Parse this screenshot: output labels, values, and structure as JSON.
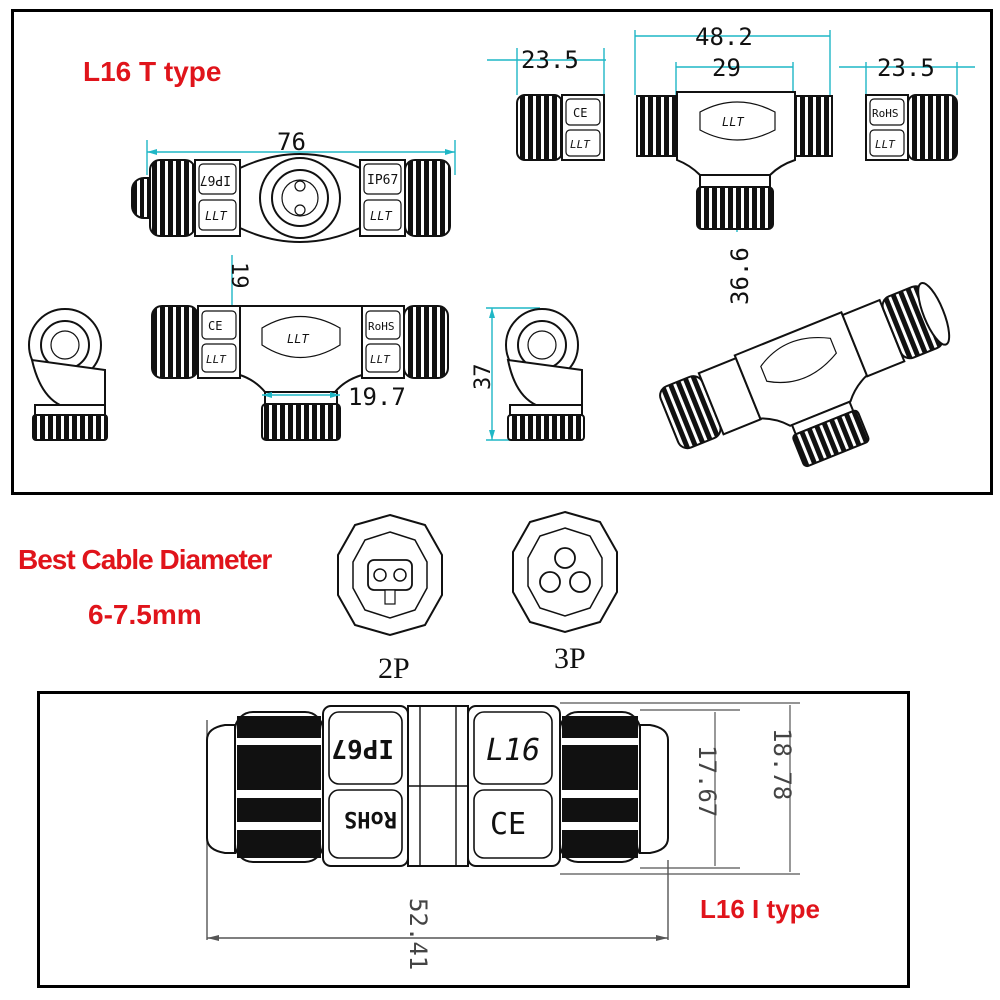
{
  "t_panel": {
    "title": "L16  T type",
    "dims": {
      "length": "76",
      "end_left": "23.5",
      "overall": "48.2",
      "body": "29",
      "end_right": "23.5",
      "branch": "36.6",
      "height_small": "19",
      "branch_dia": "19.7",
      "height": "37"
    },
    "marks": {
      "ip67": "IP67",
      "brand": "LLT",
      "ce": "CE",
      "rohs": "RoHS"
    }
  },
  "cable": {
    "title": "Best Cable Diameter",
    "range": "6-7.5mm",
    "pin_2p": "2P",
    "pin_3p": "3P"
  },
  "i_panel": {
    "title": "L16 I type",
    "dims": {
      "inner": "17.67",
      "outer": "18.78",
      "length": "52.41"
    },
    "marks": {
      "ip67": "IP67",
      "model": "L16",
      "rohs": "RoHS",
      "ce": "CE"
    }
  }
}
